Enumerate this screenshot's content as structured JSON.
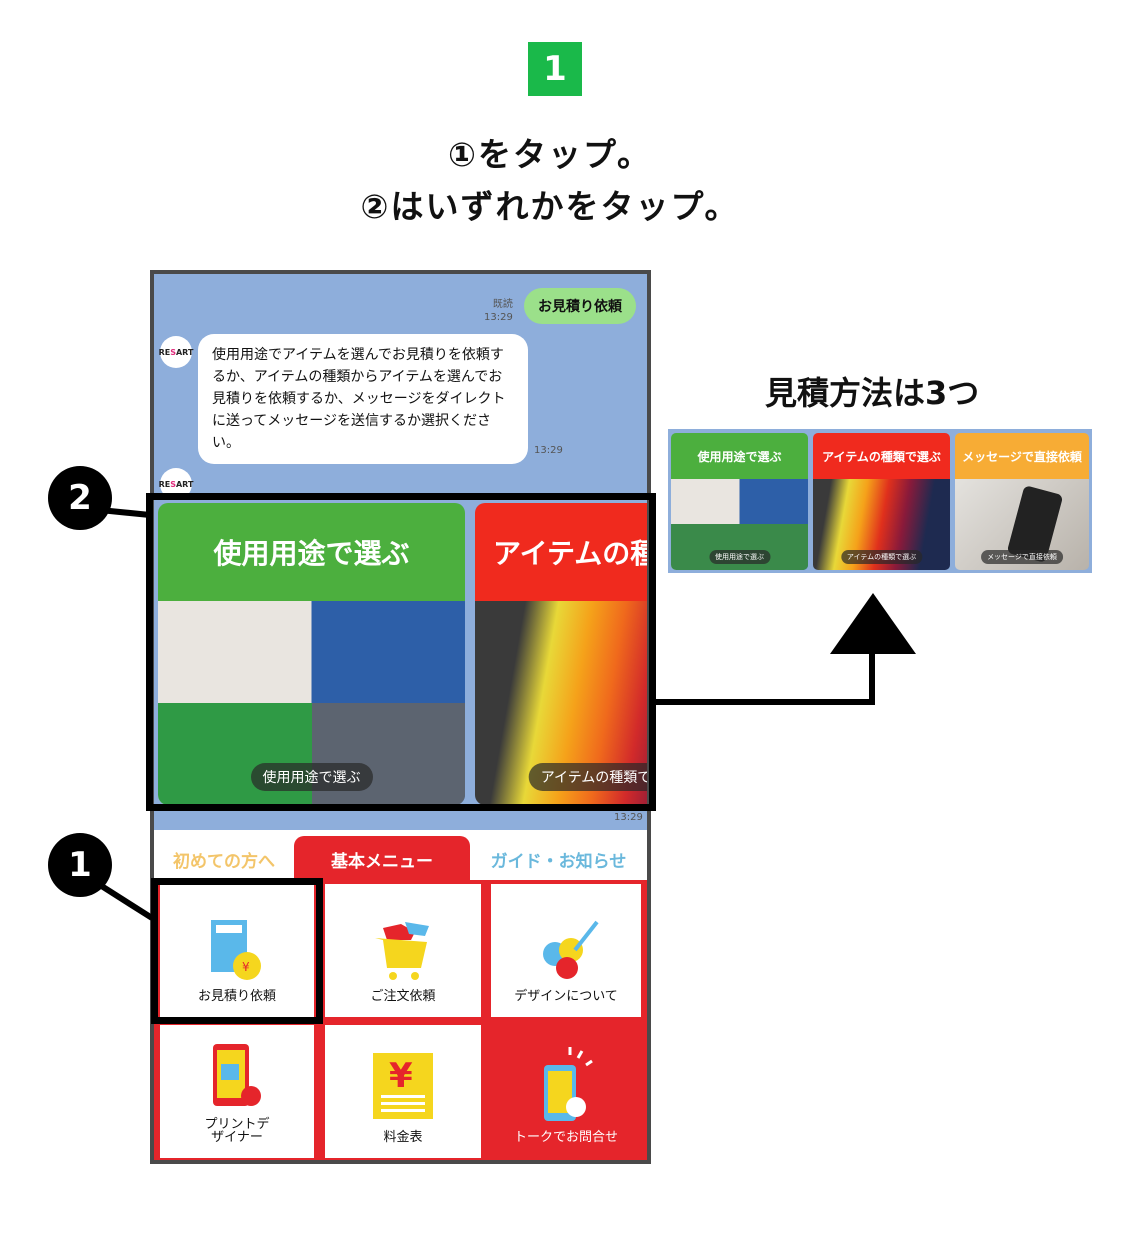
{
  "step_number": "1",
  "instructions": [
    "①をタップ。",
    "②はいずれかをタップ。"
  ],
  "chat": {
    "sent_message": "お見積り依頼",
    "read_label": "既読",
    "sent_time": "13:29",
    "avatar_label": "RESART",
    "received_message": "使用用途でアイテムを選んでお見積りを依頼するか、アイテムの種類からアイテムを選んでお見積りを依頼するか、メッセージをダイレクトに送ってメッセージを送信するか選択ください。",
    "received_time": "13:29",
    "carousel_time": "13:29"
  },
  "carousel": [
    {
      "title": "使用用途で選ぶ",
      "caption": "使用用途で選ぶ",
      "color": "#4caf3e"
    },
    {
      "title": "アイテムの種類で選ぶ",
      "caption": "アイテムの種類で選ぶ",
      "color": "#f02a1e"
    },
    {
      "title": "メッセージで直接依頼",
      "caption": "メッセージで直接依頼",
      "color": "#f7ac35"
    }
  ],
  "rich_menu": {
    "tabs": [
      "初めての方へ",
      "基本メニュー",
      "ガイド・お知らせ"
    ],
    "items": [
      "お見積り依頼",
      "ご注文依頼",
      "デザインについて",
      "プリントデザイナー",
      "料金表",
      "トークでお問合せ"
    ]
  },
  "markers": [
    "1",
    "2"
  ],
  "side_title": "見積方法は3つ"
}
